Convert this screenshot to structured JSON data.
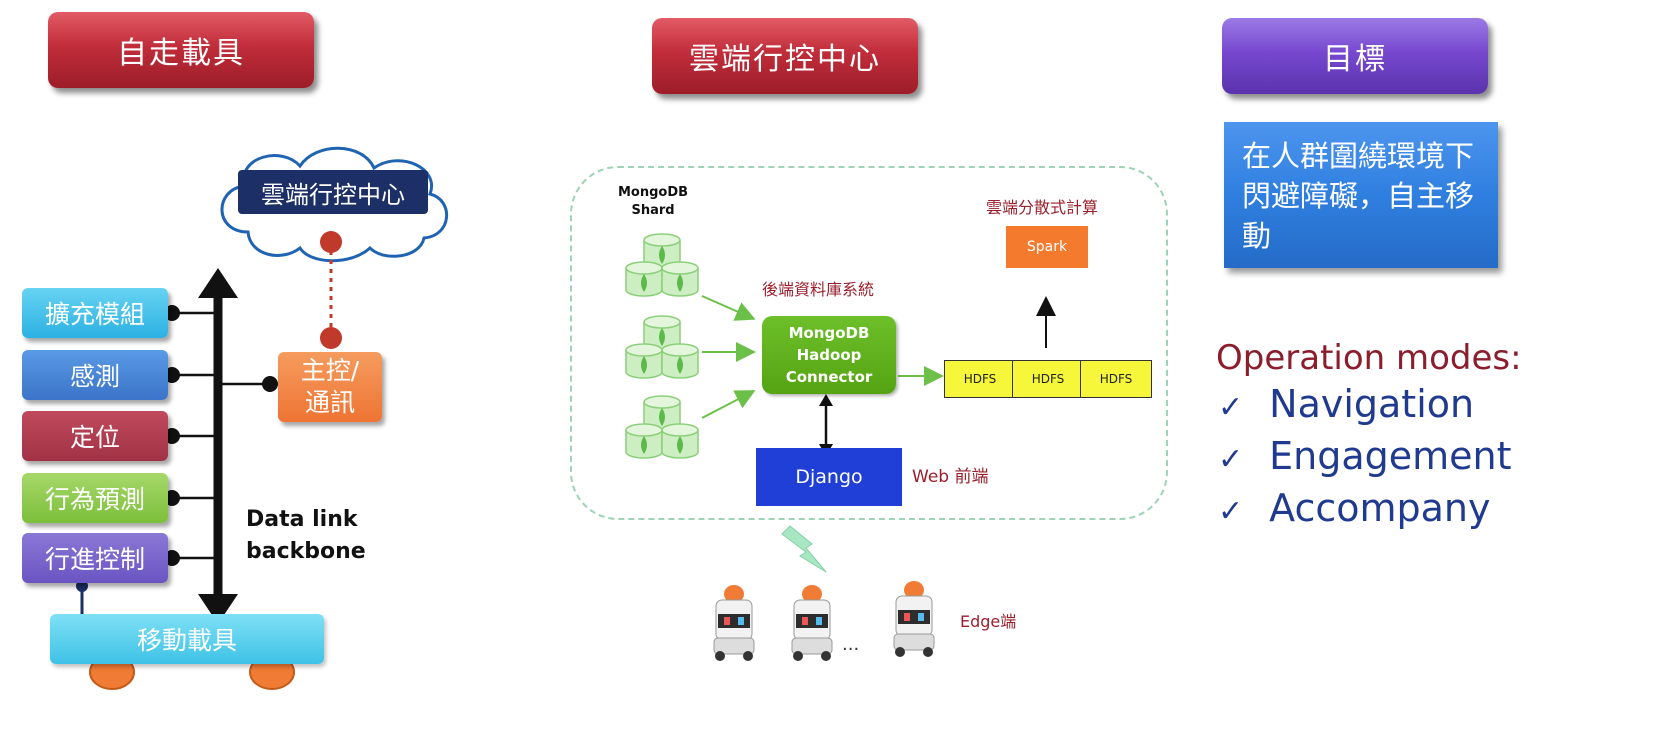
{
  "headers": {
    "vehicle": "自走載具",
    "cloud": "雲端行控中心",
    "goal": "目標"
  },
  "vehicle": {
    "cloud_label": "雲端行控中心",
    "modules": [
      "擴充模組",
      "感測",
      "定位",
      "行為預測",
      "行進控制"
    ],
    "main_control": "主控/\n通訊",
    "backbone_line1": "Data link",
    "backbone_line2": "backbone",
    "mobile_vehicle": "移動載具"
  },
  "cloud": {
    "shard_line1": "MongoDB",
    "shard_line2": "Shard",
    "backend_db": "後端資料庫系統",
    "connector_line1": "MongoDB",
    "connector_line2": "Hadoop",
    "connector_line3": "Connector",
    "hdfs": [
      "HDFS",
      "HDFS",
      "HDFS"
    ],
    "distributed": "雲端分散式計算",
    "spark": "Spark",
    "django": "Django",
    "web_frontend": "Web 前端",
    "edge": "Edge端",
    "ellipsis": "..."
  },
  "goal": {
    "text": "在人群圍繞環境下閃避障礙，自主移動",
    "operation_title": "Operation modes:",
    "modes": [
      "Navigation",
      "Engagement",
      "Accompany"
    ]
  },
  "colors": {
    "header_red": "#c12d3a",
    "header_purple": "#7748cf",
    "goal_blue": "#2f7fe0",
    "orange": "#f07b35",
    "connector_green": "#5fae1a",
    "django_blue": "#1f3fd6",
    "spark_orange": "#f47a2e",
    "hdfs_yellow": "#f6f63a",
    "operation_red": "#8b1d2c",
    "operation_blue": "#1f3a8f"
  }
}
